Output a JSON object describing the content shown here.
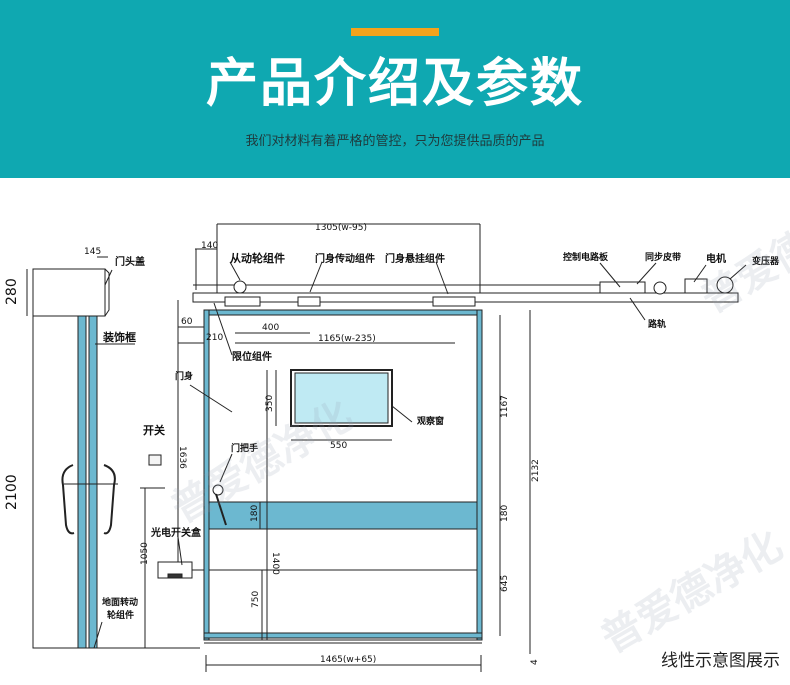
{
  "header": {
    "title": "产品介绍及参数",
    "subtitle": "我们对材料有着严格的管控，只为您提供品质的产品",
    "bg_color": "#0fa8b1",
    "accent_color": "#f5a31c"
  },
  "diagram": {
    "caption": "线性示意图展示",
    "watermark": "普爱德净化",
    "side_view": {
      "dims": {
        "top_height": "280",
        "door_height": "2100",
        "head_depth": "145"
      },
      "labels": {
        "door_head_cover": "门头盖",
        "decor_frame": "装饰框",
        "floor_wheel": "地面转动",
        "floor_wheel_2": "轮组件"
      }
    },
    "front_view": {
      "labels": {
        "driven_wheel": "从动轮组件",
        "door_drive": "门身传动组件",
        "door_hanger": "门身悬挂组件",
        "control_board": "控制电路板",
        "timing_belt": "同步皮带",
        "motor": "电机",
        "transformer": "变压器",
        "track": "路轨",
        "limit": "限位组件",
        "door_body": "门身",
        "switch": "开关",
        "handle": "门把手",
        "window": "观察窗",
        "photo_switch": "光电开关盒"
      },
      "dims": {
        "track_length": "1305(w-95)",
        "offset_140": "140",
        "offset_60": "60",
        "offset_210": "210",
        "d400": "400",
        "d1165": "1165(w-235)",
        "switch_height": "1636",
        "window_h": "350",
        "window_w": "550",
        "d1167": "1167",
        "d2132": "2132",
        "band_180": "180",
        "band_180_b": "180",
        "d645": "645",
        "d1400": "1400",
        "d750": "750",
        "d1050": "1050",
        "d4": "4",
        "total_width": "1465(w+65)"
      }
    }
  }
}
